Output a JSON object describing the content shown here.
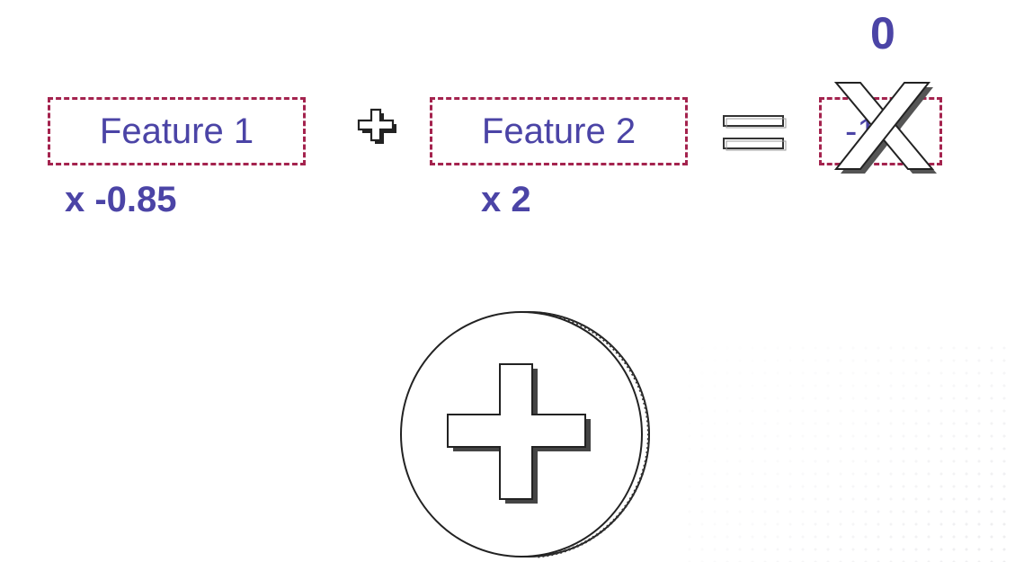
{
  "equation": {
    "feature1_label": "Feature 1",
    "feature2_label": "Feature 2",
    "weight1": "x -0.85",
    "weight2": "x 2",
    "old_result": "-1.7",
    "new_result": "0"
  },
  "colors": {
    "text": "#4b44a6",
    "dashed_border": "#a4234e"
  },
  "icons": [
    "plus-icon",
    "equals-icon",
    "cross-out-icon",
    "plus-coin-icon"
  ]
}
